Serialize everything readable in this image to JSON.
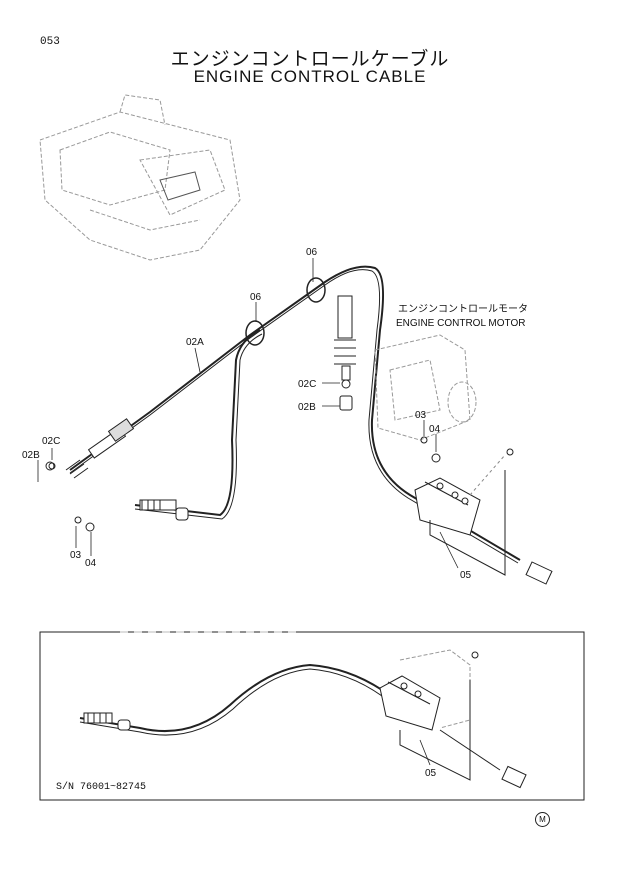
{
  "page_number": "053",
  "title_jp": "エンジンコントロールケーブル",
  "title_en": "ENGINE CONTROL CABLE",
  "motor_label_jp": "エンジンコントロールモータ",
  "motor_label_en": "ENGINE CONTROL MOTOR",
  "callouts": {
    "c06a": "06",
    "c06b": "06",
    "c02a": "02A",
    "c02c_right": "02C",
    "c02b_right": "02B",
    "c03_right": "03",
    "c04_right": "04",
    "c02c_left": "02C",
    "c02b_left": "02B",
    "c03_left": "03",
    "c04_left": "04",
    "c05_main": "05",
    "c05_inset": "05"
  },
  "serial_range": "S/N  76001~82745",
  "corner_mark": "M"
}
